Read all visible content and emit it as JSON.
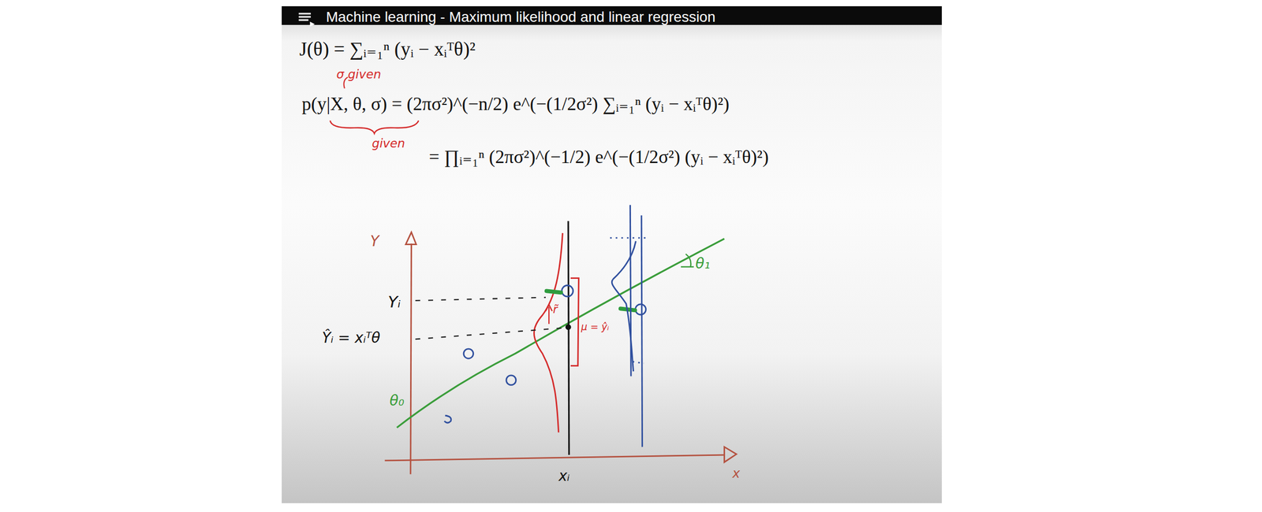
{
  "diagram": {
    "title": "Machine learning - Maximum likelihood and linear regression",
    "labels": [
      "J(θ) = ∑ᵢ₌₁ⁿ (yᵢ − xᵢᵀθ)²",
      "p(y|X, θ, σ) = (2πσ²)^(−n/2) e^(−(1/2σ²) ∑ᵢ₌₁ⁿ (yᵢ − xᵢᵀθ)²)",
      "= ∏ᵢ₌₁ⁿ (2πσ²)^(−1/2) e^(−(1/2σ²) (yᵢ − xᵢᵀθ)²)",
      "σ given",
      "given",
      "Y",
      "Yᵢ",
      "Ŷᵢ = xᵢᵀθ",
      "r̃",
      "μ = ŷᵢ",
      "θ₀",
      "θ₁",
      "xᵢ",
      "x"
    ]
  }
}
